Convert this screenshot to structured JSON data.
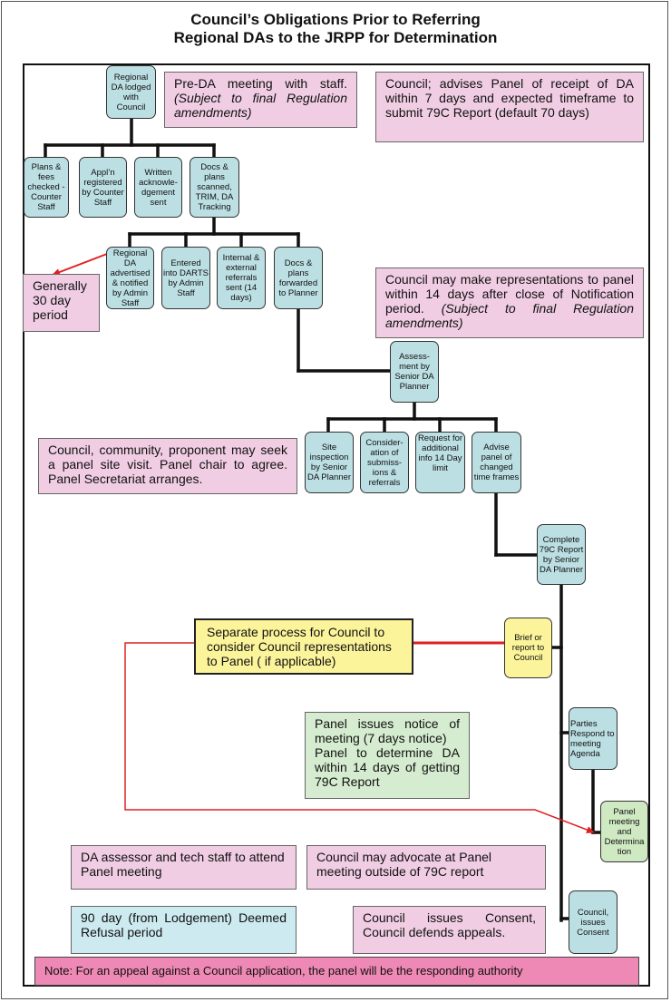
{
  "title": {
    "line1": "Council’s Obligations Prior to Referring",
    "line2": "Regional DAs to the JRPP for Determination"
  },
  "nodes": {
    "lodged": "Regional DA lodged with Council",
    "plans_fees": "Plans & fees checked - Counter Staff",
    "appln": "Appl’n registered by Counter Staff",
    "written": "Written acknowle-dgement sent",
    "docs_scanned": "Docs & plans scanned, TRIM, DA Tracking",
    "advertised": "Regional DA advertised & notified by Admin Staff",
    "darts": "Entered into DARTS by Admin Staff",
    "referrals": "Internal & external referrals sent (14 days)",
    "forwarded": "Docs & plans forwarded to Planner",
    "assessment": "Assess-ment by Senior DA Planner",
    "site": "Site inspection by Senior DA Planner",
    "consideration": "Consider-ation of submiss-ions & referrals",
    "request": "Request for additional info 14 Day limit",
    "advise": "Advise panel of changed time frames",
    "complete": "Complete 79C Report by Senior DA Planner",
    "brief": "Brief or report to Council",
    "parties": "Parties Respond to meeting Agenda",
    "panel_meeting": "Panel meeting and Determina tion",
    "consent": "Council, issues Consent"
  },
  "notes": {
    "pre_da": {
      "text": "Pre-DA meeting with staff.",
      "italic": "(Subject to final Regulation amendments)"
    },
    "advises": "Council; advises Panel of receipt of DA within 7 days and expected timeframe to submit 79C Report (default 70 days)",
    "generally": "Generally 30 day period",
    "representations": {
      "text": "Council may make representations to panel within 14 days after close of Notification period.",
      "italic": "(Subject to final Regulation amendments)"
    },
    "site_visit": "Council, community, proponent may seek a panel site visit. Panel chair to agree. Panel Secretariat arranges.",
    "separate": "Separate process for Council to consider Council representations to Panel ( if applicable)",
    "panel_notice": {
      "l1": "Panel issues notice of meeting (7 days notice)",
      "l2": "Panel to determine DA within 14 days of getting 79C Report"
    },
    "assessor": "DA assessor and tech staff to attend Panel meeting",
    "advocate": "Council may advocate at Panel meeting outside of 79C report",
    "deemed": "90 day (from Lodgement) Deemed Refusal period",
    "issues_consent": "Council issues Consent, Council defends appeals.",
    "footer": "Note: For an appeal against a Council application, the panel will be the responding authority"
  },
  "colors": {
    "node_blue": "#bcdfe3",
    "node_green": "#cfe9c2",
    "yellow": "#fbf49a",
    "note_pink": "#f0cde3",
    "note_green": "#d5ecd0",
    "note_blue": "#cdeaf0",
    "footer_pink": "#ee88b4",
    "arrow_red": "#e02020"
  }
}
